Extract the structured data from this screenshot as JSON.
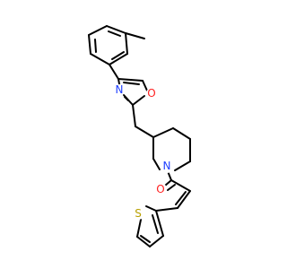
{
  "molecule": {
    "atoms": {
      "N_ring_a": {
        "label": "N",
        "color": "#1f3fff"
      },
      "N_ring_b": {
        "label": "N",
        "color": "#1f3fff"
      },
      "O_ring": {
        "label": "O",
        "color": "#ff1f1f"
      },
      "N_pip": {
        "label": "N",
        "color": "#1f3fff"
      },
      "O_carbonyl": {
        "label": "O",
        "color": "#ff1f1f"
      },
      "S_thio": {
        "label": "S",
        "color": "#b8a000"
      }
    },
    "bond_color": "#000000",
    "background": "#ffffff"
  }
}
